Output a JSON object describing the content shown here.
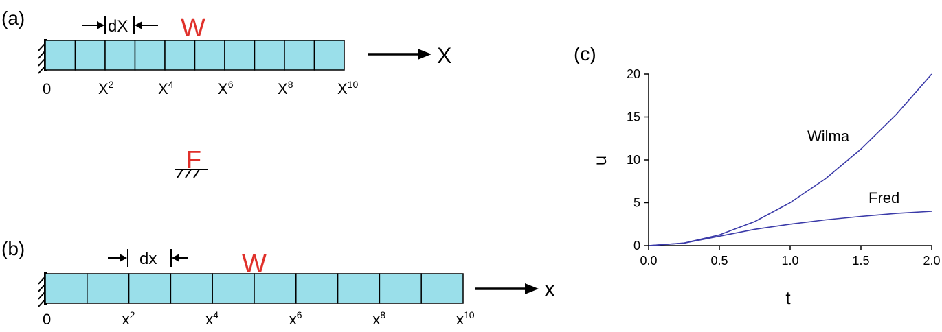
{
  "panel_a": {
    "label": "(a)",
    "spacing_label": "dX",
    "mass_label": "W",
    "axis_label": "X",
    "cells": 10,
    "node_labels": [
      {
        "base": "0",
        "sup": ""
      },
      {
        "base": "X",
        "sup": "2"
      },
      {
        "base": "X",
        "sup": "4"
      },
      {
        "base": "X",
        "sup": "6"
      },
      {
        "base": "X",
        "sup": "8"
      },
      {
        "base": "X",
        "sup": "10"
      }
    ]
  },
  "fred_marker": {
    "label": "F"
  },
  "panel_b": {
    "label": "(b)",
    "spacing_label": "dx",
    "mass_label": "W",
    "axis_label": "x",
    "cells": 10,
    "node_labels": [
      {
        "base": "0",
        "sup": ""
      },
      {
        "base": "x",
        "sup": "2"
      },
      {
        "base": "x",
        "sup": "4"
      },
      {
        "base": "x",
        "sup": "6"
      },
      {
        "base": "x",
        "sup": "8"
      },
      {
        "base": "x",
        "sup": "10"
      }
    ]
  },
  "colors": {
    "cell_fill": "#9adfea",
    "accent": "#e0302a",
    "curve": "#3a3aa8"
  },
  "chart_data": {
    "type": "line",
    "panel_label": "(c)",
    "xlabel": "t",
    "ylabel": "u",
    "xlim": [
      0,
      2
    ],
    "ylim": [
      0,
      20
    ],
    "x_ticks": [
      "0.0",
      "0.5",
      "1.0",
      "1.5",
      "2.0"
    ],
    "y_ticks": [
      "0",
      "5",
      "10",
      "15",
      "20"
    ],
    "series": [
      {
        "name": "Wilma",
        "x": [
          0,
          0.25,
          0.5,
          0.75,
          1.0,
          1.25,
          1.5,
          1.75,
          2.0
        ],
        "y": [
          0,
          0.3,
          1.25,
          2.8,
          5.0,
          7.8,
          11.25,
          15.3,
          20.0
        ]
      },
      {
        "name": "Fred",
        "x": [
          0,
          0.25,
          0.5,
          0.75,
          1.0,
          1.25,
          1.5,
          1.75,
          2.0
        ],
        "y": [
          0,
          0.29,
          1.1,
          1.9,
          2.5,
          3.0,
          3.4,
          3.75,
          4.0
        ]
      }
    ],
    "grid": false,
    "legend": "inline labels"
  }
}
